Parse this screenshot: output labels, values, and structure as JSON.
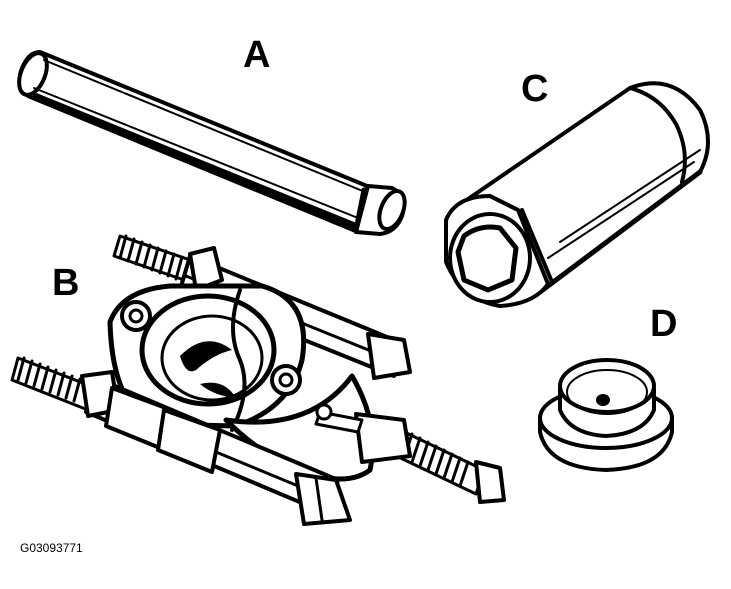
{
  "labels": {
    "a": "A",
    "b": "B",
    "c": "C",
    "d": "D"
  },
  "figure_code": "G03093771",
  "parts": [
    {
      "key": "a",
      "icon": "driver-rod-icon"
    },
    {
      "key": "b",
      "icon": "bearing-separator-icon"
    },
    {
      "key": "c",
      "icon": "sleeve-tube-icon"
    },
    {
      "key": "d",
      "icon": "stepped-disc-adapter-icon"
    }
  ]
}
